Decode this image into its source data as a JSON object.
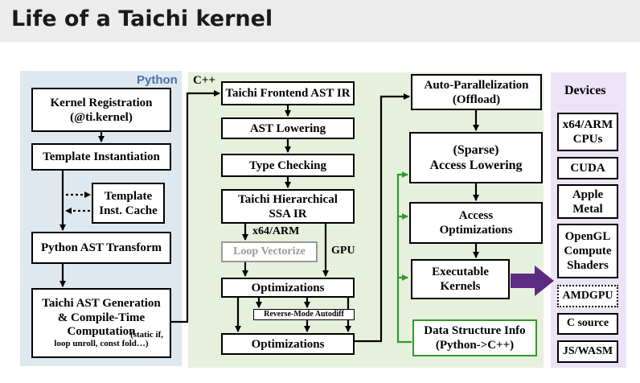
{
  "title": "Life of a Taichi kernel",
  "python": {
    "label": "Python",
    "kernel_registration": "Kernel Registration\n(@ti.kernel)",
    "template_instantiation": "Template Instantiation",
    "template_cache": "Template\nInst. Cache",
    "python_ast_transform": "Python AST Transform",
    "ast_generation_main": "Taichi AST Generation\n& Compile-Time\nComputation",
    "ast_generation_note_1": "(static if,",
    "ast_generation_note_2": "loop unroll, const fold…)"
  },
  "cpp": {
    "label": "C++",
    "frontend_ast_ir": "Taichi Frontend AST IR",
    "ast_lowering": "AST Lowering",
    "type_checking": "Type Checking",
    "hierarchical_ssa_ir": "Taichi Hierarchical\nSSA IR",
    "x64_arm_label": "x64/ARM",
    "gpu_label": "GPU",
    "loop_vectorize": "Loop Vectorize",
    "optimizations_1": "Optimizations",
    "reverse_mode_autodiff": "Reverse-Mode Autodiff",
    "optimizations_2": "Optimizations",
    "auto_parallelization": "Auto-Parallelization\n(Offload)",
    "sparse_access_lowering": "(Sparse)\nAccess Lowering",
    "access_optimizations": "Access\nOptimizations",
    "executable_kernels": "Executable\nKernels",
    "data_structure_info": "Data Structure Info\n(Python->C++)"
  },
  "devices": {
    "label": "Devices",
    "items": [
      "x64/ARM\nCPUs",
      "CUDA",
      "Apple\nMetal",
      "OpenGL\nCompute\nShaders",
      "AMDGPU",
      "C source",
      "JS/WASM"
    ]
  },
  "colors": {
    "python_bg": "#dfe8ee",
    "python_label": "#4a72b0",
    "cpp_bg": "#e6f0dc",
    "devices_bg": "#ece4f6",
    "arrow_green": "#2f9a2f",
    "arrow_purple": "#5b2c82",
    "disabled_text": "#9a9a9a"
  }
}
